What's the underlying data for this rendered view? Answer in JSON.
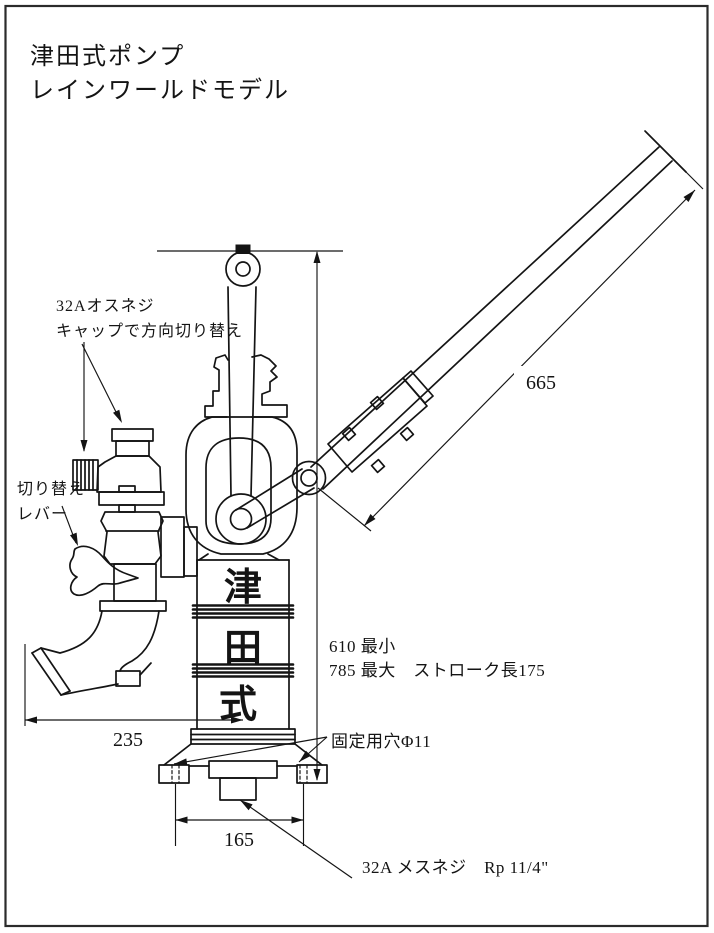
{
  "title": {
    "line1": "津田式ポンプ",
    "line2": "レインワールドモデル"
  },
  "annotations": {
    "outlet_thread": {
      "line1": "32Aオスネジ",
      "line2": "キャップで方向切り替え"
    },
    "lever": {
      "line1": "切り替え",
      "line2": "レバー"
    },
    "handle_length": "665",
    "height_min": "610 最小",
    "height_max": "785 最大　ストローク長175",
    "spout_reach": "235",
    "mount_hole": "固定用穴Φ11",
    "bolt_spacing": "165",
    "inlet_thread": "32A メスネジ　Rp 11/4\""
  },
  "pump_label": {
    "char1": "津",
    "char2": "田",
    "char3": "式"
  },
  "colors": {
    "line": "#141414",
    "border": "#2b2b2b",
    "background": "#ffffff"
  }
}
